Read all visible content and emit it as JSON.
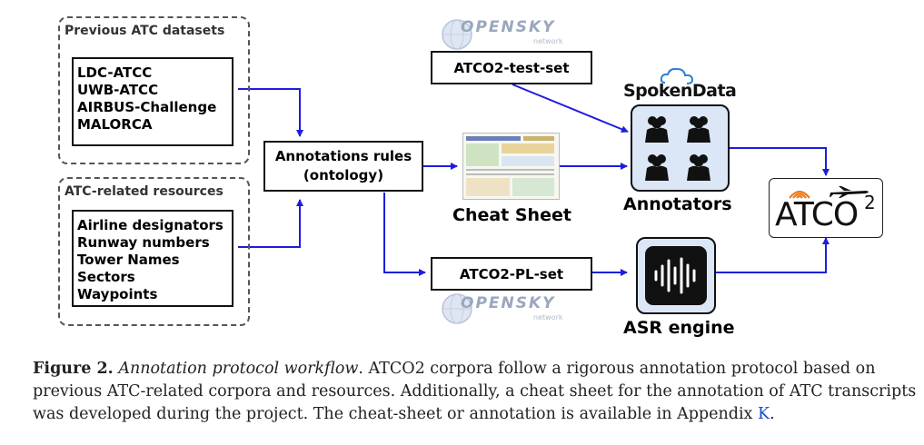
{
  "groups": {
    "previous": {
      "title": "Previous ATC datasets",
      "items": [
        "LDC-ATCC",
        "UWB-ATCC",
        "AIRBUS-Challenge",
        "MALORCA"
      ]
    },
    "related": {
      "title": "ATC-related resources",
      "items": [
        "Airline designators",
        "Runway numbers",
        "Tower Names",
        "Sectors",
        "Waypoints"
      ]
    }
  },
  "nodes": {
    "rules": "Annotations rules\n(ontology)",
    "test_set": "ATCO2-test-set",
    "pl_set": "ATCO2-PL-set",
    "cheat_sheet": "Cheat Sheet",
    "annotators": "Annotators",
    "asr": "ASR engine"
  },
  "logos": {
    "opensky": "OPENSKY",
    "opensky_sub": "network",
    "spokendata": "SpokenData",
    "atco": "ATCO",
    "atco_sup": "2"
  },
  "caption": {
    "label": "Figure 2.",
    "title": "Annotation protocol workflow",
    "title_punct": ".",
    "text": " ATCO2 corpora follow a rigorous annotation protocol based on previous ATC-related corpora and resources. Additionally, a cheat sheet for the annotation of ATC transcripts was developed during the project. The cheat-sheet or annotation is available in Appendix ",
    "link": "K",
    "end": "."
  },
  "colors": {
    "arrow": "#1d1de0",
    "node_fill": "#dbe6f7",
    "icon": "#111111"
  }
}
